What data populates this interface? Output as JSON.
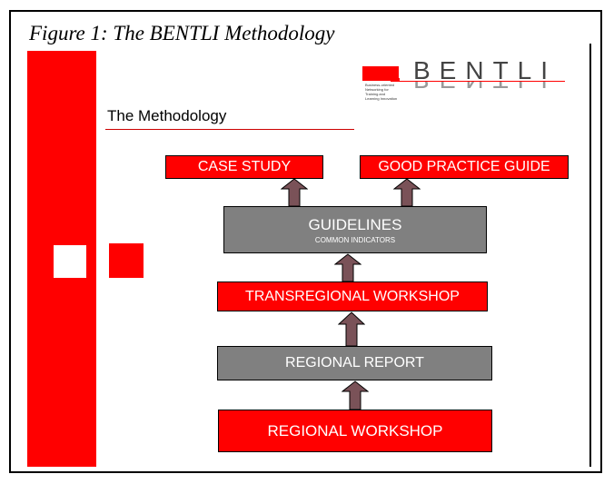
{
  "caption": "Figure 1: The BENTLI Methodology",
  "logo": {
    "name": "BENTLI",
    "tagline": [
      "Business-oriented",
      "Networking for",
      "Training and",
      "Learning Innovation"
    ]
  },
  "heading": "The Methodology",
  "boxes": {
    "case_study": "CASE STUDY",
    "good_practice": "GOOD PRACTICE GUIDE",
    "guidelines": "GUIDELINES",
    "common_indicators": "COMMON INDICATORS",
    "transregional": "TRANSREGIONAL WORKSHOP",
    "regional_report": "REGIONAL REPORT",
    "regional_workshop": "REGIONAL WORKSHOP"
  },
  "colors": {
    "red": "#ff0000",
    "grey": "#808080",
    "arrow": "#7a5258"
  }
}
